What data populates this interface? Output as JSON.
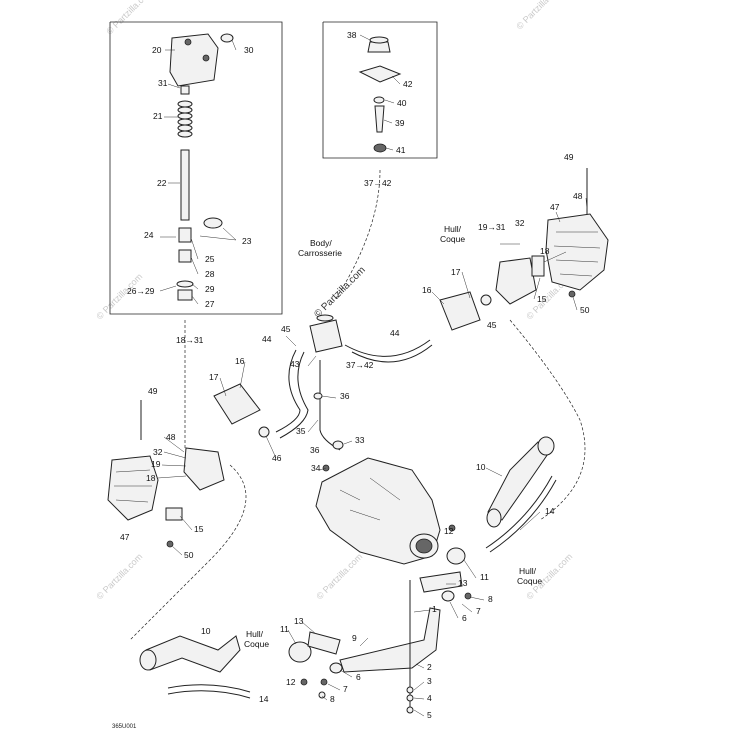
{
  "labels": {
    "p20": "20",
    "p30": "30",
    "p31": "31",
    "p21": "21",
    "p22": "22",
    "p24": "24",
    "p23": "23",
    "p25": "25",
    "p28": "28",
    "p2629": "26→29",
    "p29": "29",
    "p27": "27",
    "p1831": "18→31",
    "p38": "38",
    "p42": "42",
    "p40": "40",
    "p39": "39",
    "p41": "41",
    "p3742top": "37→42",
    "body_en": "Body/",
    "body_fr": "Carrosserie",
    "hull1_en": "Hull/",
    "hull1_fr": "Coque",
    "hull2_en": "Hull/",
    "hull2_fr": "Coque",
    "hull3_en": "Hull/",
    "hull3_fr": "Coque",
    "p49r": "49",
    "p48r": "48",
    "p47r": "47",
    "p32r": "32",
    "p1931": "19→31",
    "p18r": "18",
    "p17r": "17",
    "p16r": "16",
    "p15r": "15",
    "p50r": "50",
    "p45r": "45",
    "p44r": "44",
    "p45l": "45",
    "p44l": "44",
    "p43": "43",
    "p3742mid": "37→42",
    "p36": "36",
    "p35": "35",
    "p33": "33",
    "p34": "34",
    "p36b": "36",
    "p16l": "16",
    "p17l": "17",
    "p46": "46",
    "p49l": "49",
    "p48l": "48",
    "p32l": "32",
    "p19l": "19",
    "p18l": "18",
    "p47l": "47",
    "p15l": "15",
    "p50l": "50",
    "p10r": "10",
    "p14r": "14",
    "p12r": "12",
    "p13r": "13",
    "p11r": "11",
    "p8r": "8",
    "p7r": "7",
    "p6r": "6",
    "p1": "1",
    "p13l": "13",
    "p11l": "11",
    "p10l": "10",
    "p9": "9",
    "p6l": "6",
    "p7l": "7",
    "p8l": "8",
    "p12l": "12",
    "p14l": "14",
    "p2": "2",
    "p3": "3",
    "p4": "4",
    "p5": "5",
    "code": "365U001"
  },
  "watermark": "© Partzilla.com"
}
